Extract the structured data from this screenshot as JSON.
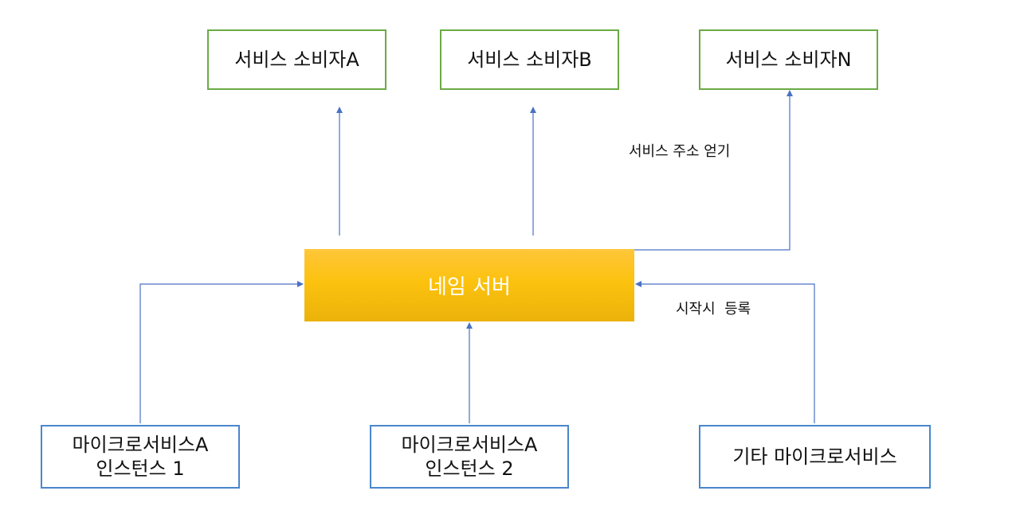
{
  "consumers": [
    {
      "label": "서비스 소비자A"
    },
    {
      "label": "서비스 소비자B"
    },
    {
      "label": "서비스 소비자N"
    }
  ],
  "name_server": {
    "label": "네임 서버"
  },
  "instances": [
    {
      "line1": "마이크로서비스A",
      "line2": "인스턴스 1"
    },
    {
      "line1": "마이크로서비스A",
      "line2": "인스턴스 2"
    },
    {
      "line1": "기타 마이크로서비스"
    }
  ],
  "edge_labels": {
    "lookup": "서비스 주소 얻기",
    "register": "시작시  등록"
  },
  "colors": {
    "consumer_border": "#6aaa45",
    "instance_border": "#4a86cc",
    "arrow": "#4a72c4",
    "name_server_fill": "#fcc20f",
    "name_server_text": "#ffffff"
  }
}
